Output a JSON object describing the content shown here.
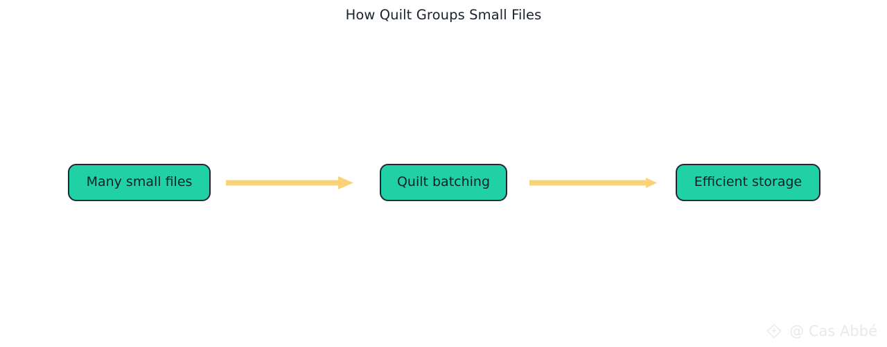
{
  "diagram": {
    "title": "How Quilt Groups Small Files",
    "type": "flow",
    "orientation": "left-to-right",
    "background_color": "#ffffff",
    "title_color": "#1a202c",
    "node_fill_color": "#1fd1a5",
    "node_border_color": "#1f2633",
    "node_text_color": "#13202b",
    "arrow_color": "#fad378",
    "nodes": [
      {
        "id": "node-0",
        "label": "Many small files"
      },
      {
        "id": "node-1",
        "label": "Quilt batching"
      },
      {
        "id": "node-2",
        "label": "Efficient storage"
      }
    ],
    "edges": [
      {
        "id": "arrow-0",
        "from": "node-0",
        "to": "node-1",
        "label": ""
      },
      {
        "id": "arrow-1",
        "from": "node-1",
        "to": "node-2",
        "label": ""
      }
    ]
  },
  "watermark": {
    "handle": "@ Cas Abbé",
    "logo_icon": "diamond-sparkle-icon",
    "color": "#e9e9ed"
  }
}
